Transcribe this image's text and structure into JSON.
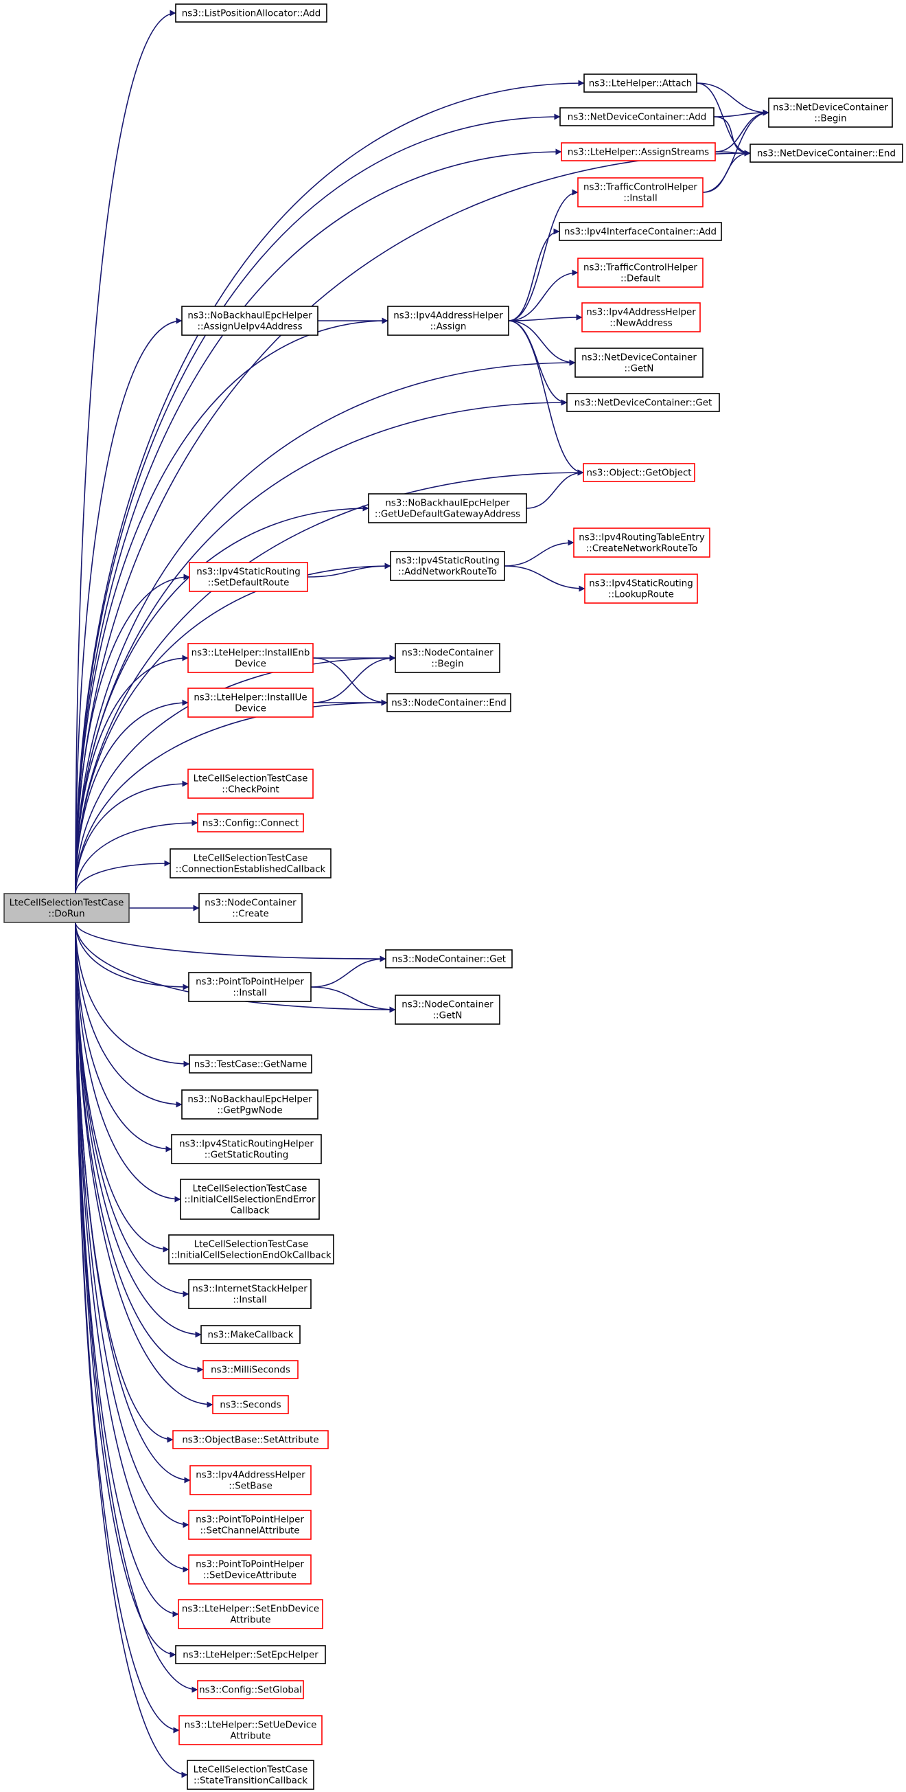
{
  "colors": {
    "edge": "#191970",
    "border_documented": "#000000",
    "border_undocumented": "#ff0000",
    "root_fill": "#bfbfbf",
    "root_border": "#404040"
  },
  "root": {
    "id": "root",
    "lines": [
      "LteCellSelectionTestCase",
      "::DoRun"
    ]
  },
  "nodes": [
    {
      "id": "n_lpa_add",
      "lines": [
        "ns3::ListPositionAllocator::Add"
      ],
      "style": "documented"
    },
    {
      "id": "n_lte_attach",
      "lines": [
        "ns3::LteHelper::Attach"
      ],
      "style": "documented"
    },
    {
      "id": "n_ndc_begin",
      "lines": [
        "ns3::NetDeviceContainer",
        "::Begin"
      ],
      "style": "documented"
    },
    {
      "id": "n_ndc_add",
      "lines": [
        "ns3::NetDeviceContainer::Add"
      ],
      "style": "documented"
    },
    {
      "id": "n_lte_assign",
      "lines": [
        "ns3::LteHelper::AssignStreams"
      ],
      "style": "undocumented"
    },
    {
      "id": "n_ndc_end",
      "lines": [
        "ns3::NetDeviceContainer::End"
      ],
      "style": "documented"
    },
    {
      "id": "n_tch_install",
      "lines": [
        "ns3::TrafficControlHelper",
        "::Install"
      ],
      "style": "undocumented"
    },
    {
      "id": "n_iic_add",
      "lines": [
        "ns3::Ipv4InterfaceContainer::Add"
      ],
      "style": "documented"
    },
    {
      "id": "n_tch_default",
      "lines": [
        "ns3::TrafficControlHelper",
        "::Default"
      ],
      "style": "undocumented"
    },
    {
      "id": "n_nbeh_assign",
      "lines": [
        "ns3::NoBackhaulEpcHelper",
        "::AssignUeIpv4Address"
      ],
      "style": "documented"
    },
    {
      "id": "n_iah_assign",
      "lines": [
        "ns3::Ipv4AddressHelper",
        "::Assign"
      ],
      "style": "documented"
    },
    {
      "id": "n_iah_newaddr",
      "lines": [
        "ns3::Ipv4AddressHelper",
        "::NewAddress"
      ],
      "style": "undocumented"
    },
    {
      "id": "n_ndc_getn",
      "lines": [
        "ns3::NetDeviceContainer",
        "::GetN"
      ],
      "style": "documented"
    },
    {
      "id": "n_ndc_get",
      "lines": [
        "ns3::NetDeviceContainer::Get"
      ],
      "style": "documented"
    },
    {
      "id": "n_obj_getobject",
      "lines": [
        "ns3::Object::GetObject"
      ],
      "style": "undocumented"
    },
    {
      "id": "n_nbeh_gw",
      "lines": [
        "ns3::NoBackhaulEpcHelper",
        "::GetUeDefaultGatewayAddress"
      ],
      "style": "documented"
    },
    {
      "id": "n_irte_create",
      "lines": [
        "ns3::Ipv4RoutingTableEntry",
        "::CreateNetworkRouteTo"
      ],
      "style": "undocumented"
    },
    {
      "id": "n_isr_setdefault",
      "lines": [
        "ns3::Ipv4StaticRouting",
        "::SetDefaultRoute"
      ],
      "style": "undocumented"
    },
    {
      "id": "n_isr_addnet",
      "lines": [
        "ns3::Ipv4StaticRouting",
        "::AddNetworkRouteTo"
      ],
      "style": "documented"
    },
    {
      "id": "n_isr_lookup",
      "lines": [
        "ns3::Ipv4StaticRouting",
        "::LookupRoute"
      ],
      "style": "undocumented"
    },
    {
      "id": "n_lte_instenb",
      "lines": [
        "ns3::LteHelper::InstallEnb",
        "Device"
      ],
      "style": "undocumented"
    },
    {
      "id": "n_nc_begin",
      "lines": [
        "ns3::NodeContainer",
        "::Begin"
      ],
      "style": "documented"
    },
    {
      "id": "n_lte_instue",
      "lines": [
        "ns3::LteHelper::InstallUe",
        "Device"
      ],
      "style": "undocumented"
    },
    {
      "id": "n_nc_end",
      "lines": [
        "ns3::NodeContainer::End"
      ],
      "style": "documented"
    },
    {
      "id": "n_checkpoint",
      "lines": [
        "LteCellSelectionTestCase",
        "::CheckPoint"
      ],
      "style": "undocumented"
    },
    {
      "id": "n_cfg_connect",
      "lines": [
        "ns3::Config::Connect"
      ],
      "style": "undocumented"
    },
    {
      "id": "n_connest",
      "lines": [
        "LteCellSelectionTestCase",
        "::ConnectionEstablishedCallback"
      ],
      "style": "documented"
    },
    {
      "id": "n_nc_create",
      "lines": [
        "ns3::NodeContainer",
        "::Create"
      ],
      "style": "documented"
    },
    {
      "id": "n_nc_get",
      "lines": [
        "ns3::NodeContainer::Get"
      ],
      "style": "documented"
    },
    {
      "id": "n_p2p_install",
      "lines": [
        "ns3::PointToPointHelper",
        "::Install"
      ],
      "style": "documented"
    },
    {
      "id": "n_nc_getn",
      "lines": [
        "ns3::NodeContainer",
        "::GetN"
      ],
      "style": "documented"
    },
    {
      "id": "n_tc_getname",
      "lines": [
        "ns3::TestCase::GetName"
      ],
      "style": "documented"
    },
    {
      "id": "n_nbeh_pgw",
      "lines": [
        "ns3::NoBackhaulEpcHelper",
        "::GetPgwNode"
      ],
      "style": "documented"
    },
    {
      "id": "n_isrh_getstatic",
      "lines": [
        "ns3::Ipv4StaticRoutingHelper",
        "::GetStaticRouting"
      ],
      "style": "documented"
    },
    {
      "id": "n_init_err",
      "lines": [
        "LteCellSelectionTestCase",
        "::InitialCellSelectionEndError",
        "Callback"
      ],
      "style": "documented"
    },
    {
      "id": "n_init_ok",
      "lines": [
        "LteCellSelectionTestCase",
        "::InitialCellSelectionEndOkCallback"
      ],
      "style": "documented"
    },
    {
      "id": "n_ish_install",
      "lines": [
        "ns3::InternetStackHelper",
        "::Install"
      ],
      "style": "documented"
    },
    {
      "id": "n_makecallback",
      "lines": [
        "ns3::MakeCallback"
      ],
      "style": "documented"
    },
    {
      "id": "n_milliseconds",
      "lines": [
        "ns3::MilliSeconds"
      ],
      "style": "undocumented"
    },
    {
      "id": "n_seconds",
      "lines": [
        "ns3::Seconds"
      ],
      "style": "undocumented"
    },
    {
      "id": "n_ob_setattr",
      "lines": [
        "ns3::ObjectBase::SetAttribute"
      ],
      "style": "undocumented"
    },
    {
      "id": "n_iah_setbase",
      "lines": [
        "ns3::Ipv4AddressHelper",
        "::SetBase"
      ],
      "style": "undocumented"
    },
    {
      "id": "n_p2p_setchan",
      "lines": [
        "ns3::PointToPointHelper",
        "::SetChannelAttribute"
      ],
      "style": "undocumented"
    },
    {
      "id": "n_p2p_setdev",
      "lines": [
        "ns3::PointToPointHelper",
        "::SetDeviceAttribute"
      ],
      "style": "undocumented"
    },
    {
      "id": "n_lte_setenb",
      "lines": [
        "ns3::LteHelper::SetEnbDevice",
        "Attribute"
      ],
      "style": "undocumented"
    },
    {
      "id": "n_lte_setepc",
      "lines": [
        "ns3::LteHelper::SetEpcHelper"
      ],
      "style": "documented"
    },
    {
      "id": "n_cfg_setglobal",
      "lines": [
        "ns3::Config::SetGlobal"
      ],
      "style": "undocumented"
    },
    {
      "id": "n_lte_setue",
      "lines": [
        "ns3::LteHelper::SetUeDevice",
        "Attribute"
      ],
      "style": "undocumented"
    },
    {
      "id": "n_statetrans",
      "lines": [
        "LteCellSelectionTestCase",
        "::StateTransitionCallback"
      ],
      "style": "documented"
    }
  ],
  "edges": [
    [
      "root",
      "n_lpa_add"
    ],
    [
      "root",
      "n_lte_attach"
    ],
    [
      "root",
      "n_ndc_add"
    ],
    [
      "root",
      "n_lte_assign"
    ],
    [
      "root",
      "n_iah_assign"
    ],
    [
      "root",
      "n_ndc_getn"
    ],
    [
      "root",
      "n_ndc_get"
    ],
    [
      "root",
      "n_ndc_end"
    ],
    [
      "root",
      "n_obj_getobject"
    ],
    [
      "root",
      "n_isr_addnet"
    ],
    [
      "root",
      "n_nc_begin"
    ],
    [
      "root",
      "n_nc_end"
    ],
    [
      "root",
      "n_nbeh_assign"
    ],
    [
      "root",
      "n_nbeh_gw"
    ],
    [
      "root",
      "n_isr_setdefault"
    ],
    [
      "root",
      "n_lte_instenb"
    ],
    [
      "root",
      "n_lte_instue"
    ],
    [
      "root",
      "n_checkpoint"
    ],
    [
      "root",
      "n_cfg_connect"
    ],
    [
      "root",
      "n_connest"
    ],
    [
      "root",
      "n_nc_create"
    ],
    [
      "root",
      "n_nc_get"
    ],
    [
      "root",
      "n_p2p_install"
    ],
    [
      "root",
      "n_nc_getn"
    ],
    [
      "root",
      "n_tc_getname"
    ],
    [
      "root",
      "n_nbeh_pgw"
    ],
    [
      "root",
      "n_isrh_getstatic"
    ],
    [
      "root",
      "n_init_err"
    ],
    [
      "root",
      "n_init_ok"
    ],
    [
      "root",
      "n_ish_install"
    ],
    [
      "root",
      "n_makecallback"
    ],
    [
      "root",
      "n_milliseconds"
    ],
    [
      "root",
      "n_seconds"
    ],
    [
      "root",
      "n_ob_setattr"
    ],
    [
      "root",
      "n_iah_setbase"
    ],
    [
      "root",
      "n_p2p_setchan"
    ],
    [
      "root",
      "n_p2p_setdev"
    ],
    [
      "root",
      "n_lte_setenb"
    ],
    [
      "root",
      "n_lte_setepc"
    ],
    [
      "root",
      "n_cfg_setglobal"
    ],
    [
      "root",
      "n_lte_setue"
    ],
    [
      "root",
      "n_statetrans"
    ],
    [
      "n_lte_attach",
      "n_ndc_begin"
    ],
    [
      "n_lte_attach",
      "n_ndc_end"
    ],
    [
      "n_ndc_add",
      "n_ndc_begin"
    ],
    [
      "n_ndc_add",
      "n_ndc_end"
    ],
    [
      "n_lte_assign",
      "n_ndc_end"
    ],
    [
      "n_lte_assign",
      "n_ndc_begin"
    ],
    [
      "n_tch_install",
      "n_ndc_begin"
    ],
    [
      "n_tch_install",
      "n_ndc_end"
    ],
    [
      "n_nbeh_assign",
      "n_iah_assign"
    ],
    [
      "n_iah_assign",
      "n_tch_install"
    ],
    [
      "n_iah_assign",
      "n_iic_add"
    ],
    [
      "n_iah_assign",
      "n_tch_default"
    ],
    [
      "n_iah_assign",
      "n_iah_newaddr"
    ],
    [
      "n_iah_assign",
      "n_ndc_getn"
    ],
    [
      "n_iah_assign",
      "n_ndc_get"
    ],
    [
      "n_iah_assign",
      "n_obj_getobject"
    ],
    [
      "n_nbeh_gw",
      "n_obj_getobject"
    ],
    [
      "n_isr_setdefault",
      "n_isr_addnet"
    ],
    [
      "n_isr_addnet",
      "n_irte_create"
    ],
    [
      "n_isr_addnet",
      "n_isr_lookup"
    ],
    [
      "n_lte_instenb",
      "n_nc_begin"
    ],
    [
      "n_lte_instenb",
      "n_nc_end"
    ],
    [
      "n_lte_instue",
      "n_nc_begin"
    ],
    [
      "n_lte_instue",
      "n_nc_end"
    ],
    [
      "n_p2p_install",
      "n_nc_get"
    ],
    [
      "n_p2p_install",
      "n_nc_getn"
    ]
  ]
}
